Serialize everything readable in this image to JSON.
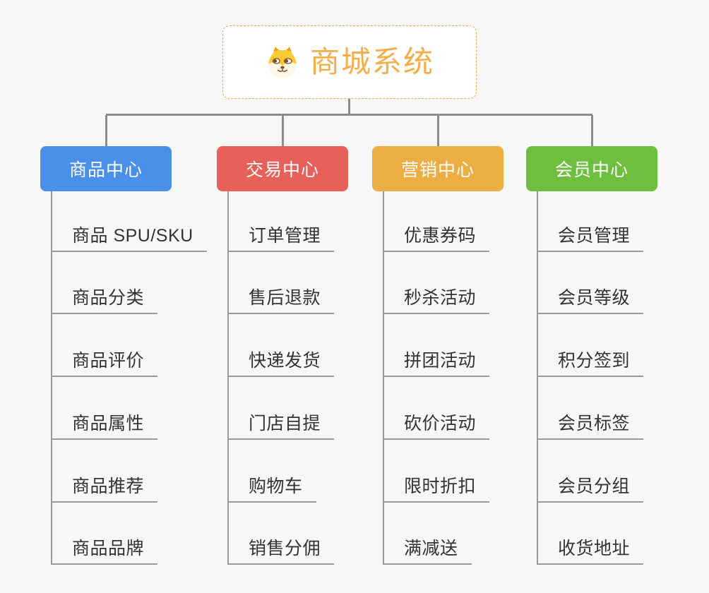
{
  "page": {
    "background_color": "#f7f7f7",
    "connector_color": "#8c8c8c",
    "underline_color": "#9a9a9a"
  },
  "root": {
    "title": "商城系统",
    "icon": "doge-face-icon",
    "text_color": "#f2ae4c",
    "border_color": "#f0a74b"
  },
  "branches": [
    {
      "id": "product-center",
      "label": "商品中心",
      "color": "#4a90e8",
      "items": [
        "商品 SPU/SKU",
        "商品分类",
        "商品评价",
        "商品属性",
        "商品推荐",
        "商品品牌"
      ]
    },
    {
      "id": "trade-center",
      "label": "交易中心",
      "color": "#e8605a",
      "items": [
        "订单管理",
        "售后退款",
        "快递发货",
        "门店自提",
        "购物车",
        "销售分佣"
      ]
    },
    {
      "id": "marketing-center",
      "label": "营销中心",
      "color": "#ecae42",
      "items": [
        "优惠券码",
        "秒杀活动",
        "拼团活动",
        "砍价活动",
        "限时折扣",
        "满减送"
      ]
    },
    {
      "id": "member-center",
      "label": "会员中心",
      "color": "#6ebe40",
      "items": [
        "会员管理",
        "会员等级",
        "积分签到",
        "会员标签",
        "会员分组",
        "收货地址"
      ]
    }
  ]
}
